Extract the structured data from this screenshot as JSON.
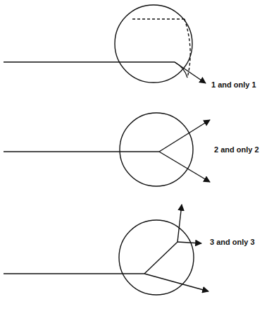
{
  "diagram": {
    "labels": [
      "1 and only 1",
      "2 and only 2",
      "3 and only 3"
    ]
  }
}
